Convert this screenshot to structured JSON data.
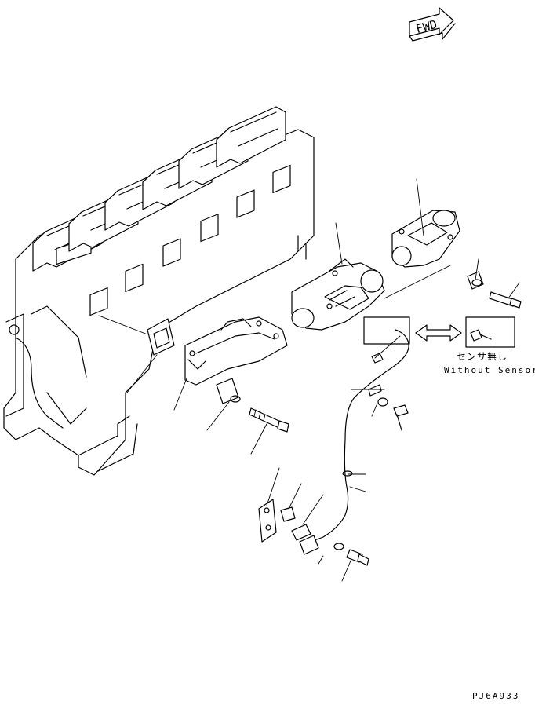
{
  "forward_arrow_label": "FWD",
  "sensor_option_jp": "センサ無し",
  "sensor_option_en": "Without Sensor",
  "drawing_code": "PJ6A933"
}
